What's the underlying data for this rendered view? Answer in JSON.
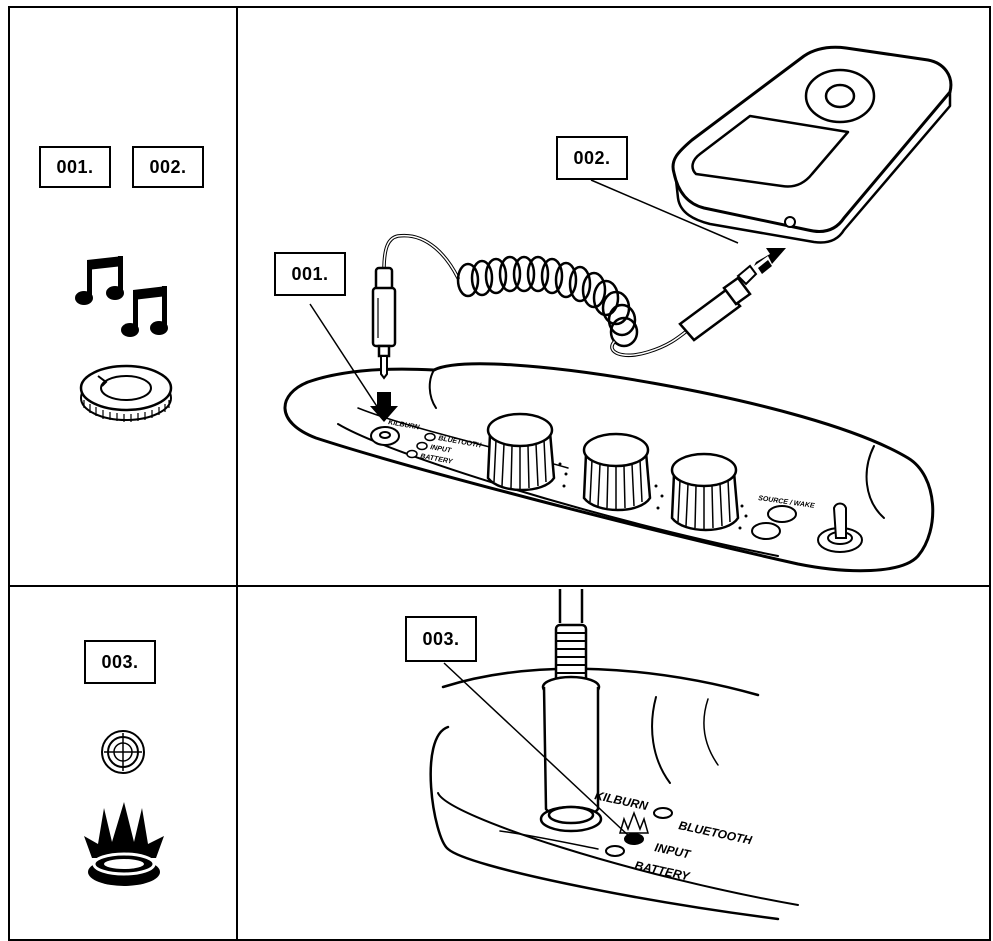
{
  "steps": {
    "s1": "001.",
    "s2": "002.",
    "s3": "003."
  },
  "panel_labels": {
    "brand": "KILBURN",
    "bluetooth": "BLUETOOTH",
    "input": "INPUT",
    "battery": "BATTERY",
    "source_wake": "SOURCE / WAKE"
  },
  "icons": {
    "music": "music-notes-icon",
    "input_ring": "input-jack-ring-icon",
    "target": "crosshair-target-icon",
    "light": "glowing-led-icon"
  }
}
